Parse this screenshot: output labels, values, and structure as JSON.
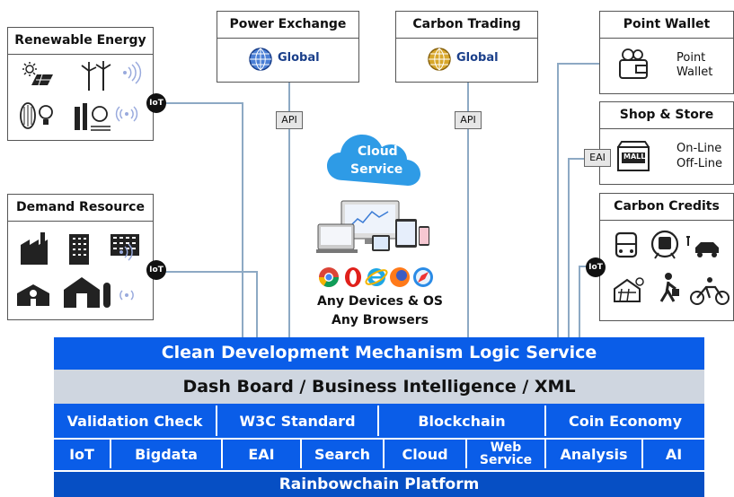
{
  "boxes": {
    "renewable": {
      "title": "Renewable Energy"
    },
    "demand": {
      "title": "Demand Resource"
    },
    "power_exchange": {
      "title": "Power Exchange",
      "label": "Global"
    },
    "carbon_trading": {
      "title": "Carbon Trading",
      "label": "Global"
    },
    "point_wallet": {
      "title": "Point Wallet",
      "label": "Point\nWallet"
    },
    "shop_store": {
      "title": "Shop & Store",
      "label_1": "On-Line",
      "label_2": "Off-Line",
      "mall_sign": "MALL"
    },
    "carbon_credits": {
      "title": "Carbon Credits"
    }
  },
  "connectors": {
    "api_1": "API",
    "api_2": "API",
    "eai": "EAI",
    "iot_1": "IoT",
    "iot_2": "IoT",
    "iot_3": "IoT"
  },
  "center": {
    "cloud_1": "Cloud",
    "cloud_2": "Service",
    "devices_1": "Any Devices & OS",
    "devices_2": "Any Browsers"
  },
  "platform": {
    "row1": "Clean Development Mechanism Logic Service",
    "row2": "Dash Board / Business Intelligence / XML",
    "row3": [
      "Validation Check",
      "W3C Standard",
      "Blockchain",
      "Coin Economy"
    ],
    "row4": [
      "IoT",
      "Bigdata",
      "EAI",
      "Search",
      "Cloud",
      "Web Service",
      "Analysis",
      "AI"
    ],
    "row5": "Rainbowchain Platform"
  },
  "colors": {
    "platform_blue": "#0a5de8",
    "dashboard_gray": "#cfd6e0",
    "cloud_blue": "#2e9be6",
    "line": "#8da9c4"
  }
}
